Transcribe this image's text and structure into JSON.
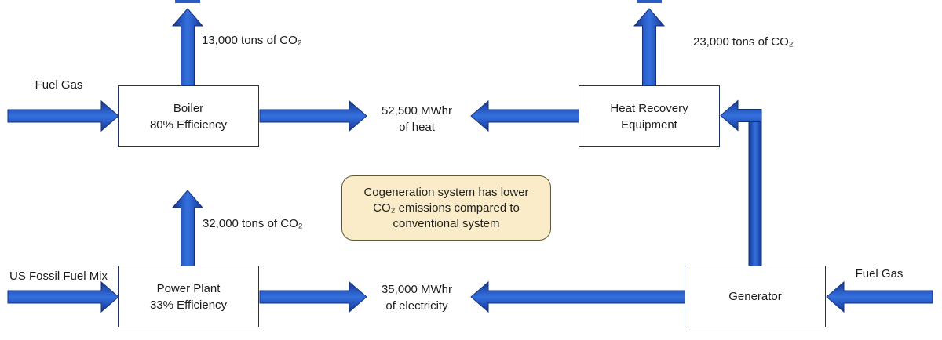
{
  "conventional_system": {
    "boiler_fuel_label": "Fuel Gas",
    "boiler_box": {
      "line1": "Boiler",
      "line2": "80% Efficiency"
    },
    "boiler_co2": "13,000 tons of CO₂",
    "heat_output": {
      "line1": "52,500 MWhr",
      "line2": "of heat"
    },
    "power_plant_fuel_label": "US Fossil Fuel Mix",
    "power_plant_box": {
      "line1": "Power Plant",
      "line2": "33% Efficiency"
    },
    "power_plant_co2": "32,000 tons of CO₂",
    "electricity_output": {
      "line1": "35,000 MWhr",
      "line2": "of electricity"
    }
  },
  "cogeneration_system": {
    "heat_recovery_box": {
      "line1": "Heat Recovery",
      "line2": "Equipment"
    },
    "heat_recovery_co2": "23,000 tons of CO₂",
    "generator_box": {
      "label": "Generator"
    },
    "generator_fuel_label": "Fuel Gas"
  },
  "note_box": {
    "line1": "Cogeneration system has lower",
    "line2": "CO₂ emissions compared to",
    "line3": "conventional system"
  },
  "colors": {
    "arrow_fill_center": "#3570de",
    "arrow_fill_edge": "#13307e",
    "arrow_outline": "#16317c",
    "process_box_border": "#21335f",
    "note_background": "#faecc8",
    "note_border": "#5e5930",
    "text": "#1b1b1b"
  }
}
